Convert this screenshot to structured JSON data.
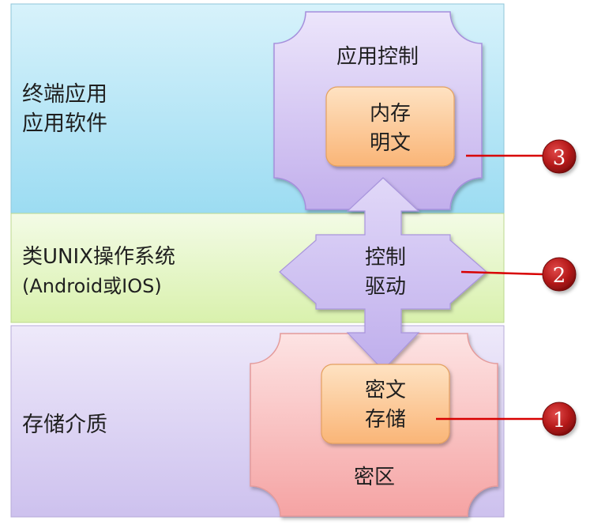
{
  "layers": {
    "top": {
      "line1": "终端应用",
      "line2": "应用软件"
    },
    "middle": {
      "line1": "类UNIX操作系统",
      "line2": "(Android或IOS)"
    },
    "bottom": {
      "line1": "存储介质"
    }
  },
  "app_control": {
    "title": "应用控制",
    "inner_line1": "内存",
    "inner_line2": "明文"
  },
  "driver": {
    "line1": "控制",
    "line2": "驱动"
  },
  "secure_zone": {
    "title": "密区",
    "inner_line1": "密文",
    "inner_line2": "存储"
  },
  "markers": [
    "3",
    "2",
    "1"
  ],
  "colors": {
    "top_layer": "#aee4f5",
    "middle_layer": "#e6f7c8",
    "bottom_layer": "#ddd4f3",
    "app_control_box": "#cdbdf0",
    "secure_zone_box": "#f8b8b8",
    "inner_box": "#fcc890",
    "arrow": "#cbbdf0",
    "marker": "#b01818",
    "connector": "#d80000"
  }
}
